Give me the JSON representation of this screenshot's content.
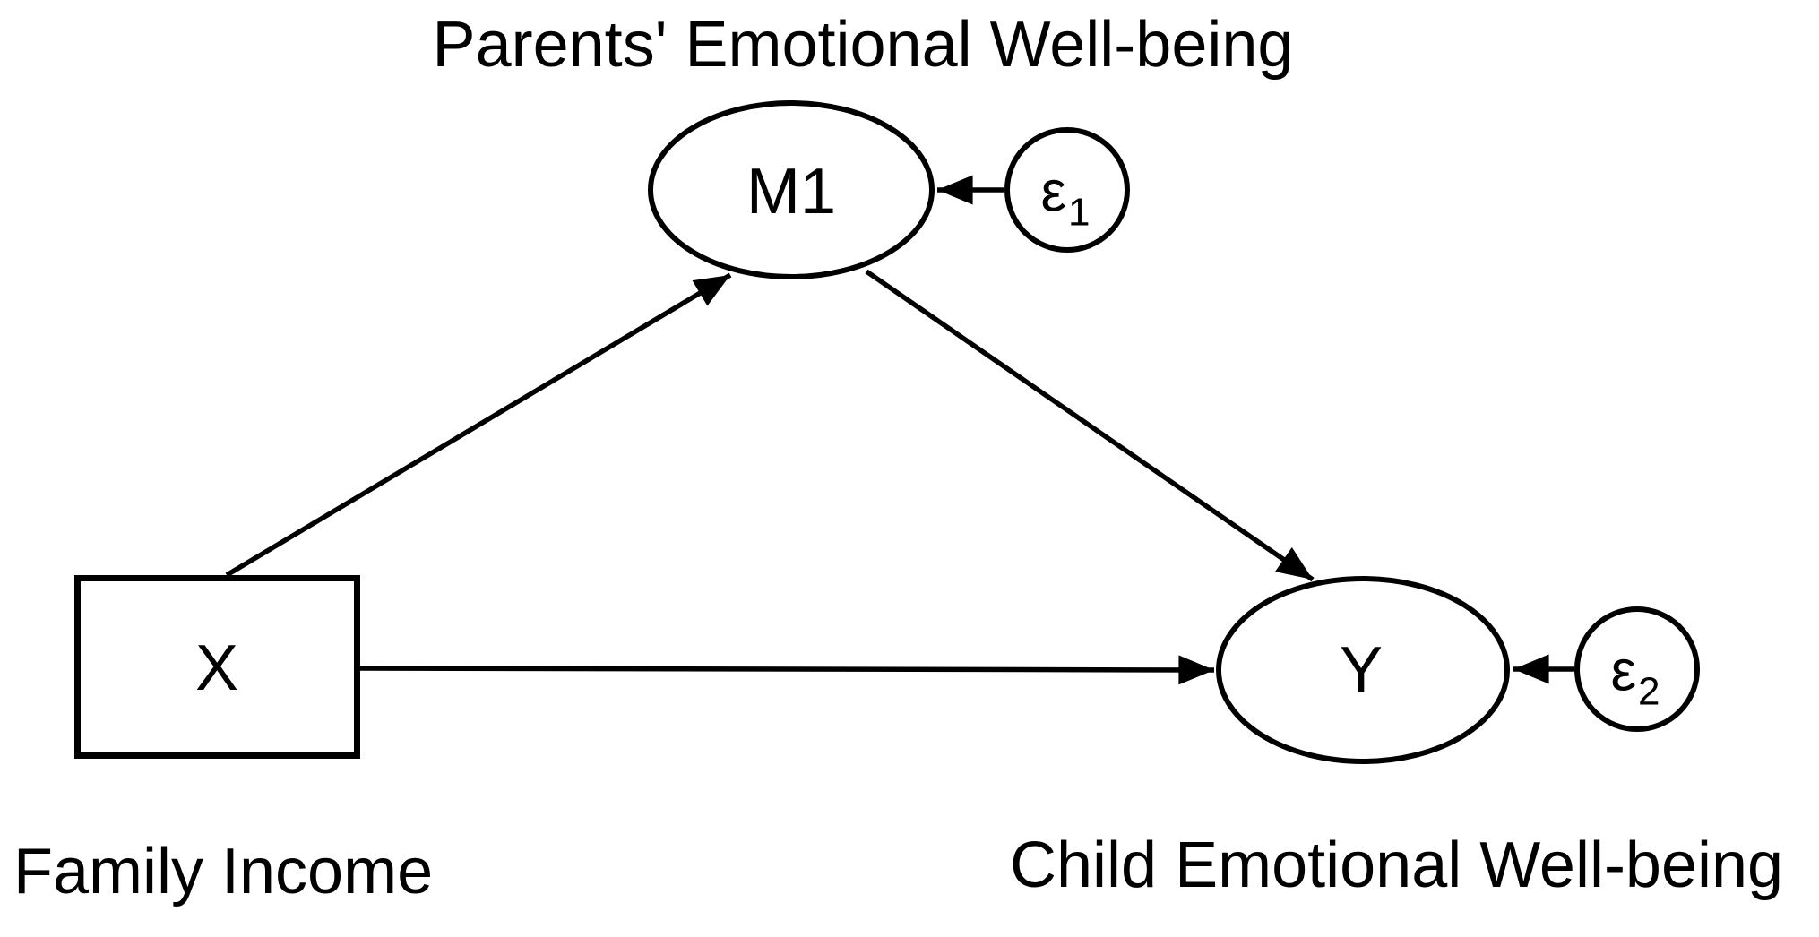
{
  "diagram": {
    "background_color": "#ffffff",
    "stroke_color": "#000000",
    "title_top": "Parents' Emotional Well-being",
    "nodes": {
      "m1": {
        "label": "M1",
        "shape": "ellipse"
      },
      "x": {
        "label": "X",
        "shape": "rectangle",
        "caption": "Family Income"
      },
      "y": {
        "label": "Y",
        "shape": "ellipse",
        "caption": "Child Emotional Well-being"
      },
      "error1": {
        "symbol": "ε",
        "subscript": "1",
        "shape": "circle"
      },
      "error2": {
        "symbol": "ε",
        "subscript": "2",
        "shape": "circle"
      }
    },
    "edges": [
      {
        "id": "x-to-m1",
        "from": "X",
        "to": "M1",
        "style": "arrow"
      },
      {
        "id": "x-to-y",
        "from": "X",
        "to": "Y",
        "style": "arrow"
      },
      {
        "id": "m1-to-y",
        "from": "M1",
        "to": "Y",
        "style": "arrow"
      },
      {
        "id": "e1-to-m1",
        "from": "ε1",
        "to": "M1",
        "style": "arrow"
      },
      {
        "id": "e2-to-y",
        "from": "ε2",
        "to": "Y",
        "style": "arrow"
      }
    ]
  }
}
